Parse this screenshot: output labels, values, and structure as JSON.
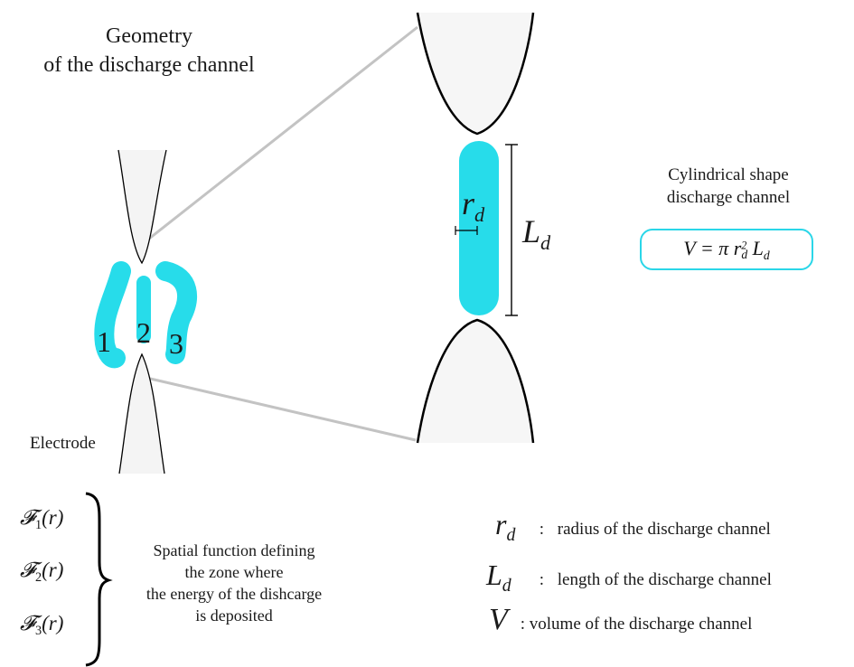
{
  "title": {
    "line1": "Geometry",
    "line2": "of the discharge channel"
  },
  "channel_labels": [
    "1",
    "2",
    "3"
  ],
  "electrode_label": "Electrode",
  "zoom": {
    "radius_symbol": "r",
    "radius_sub": "d",
    "length_symbol": "L",
    "length_sub": "d"
  },
  "cylinder": {
    "caption_line1": "Cylindrical shape",
    "caption_line2": "discharge channel",
    "eq_lhs": "V = π",
    "eq_r": "r",
    "eq_r_sub": "d",
    "eq_r_sup": "2",
    "eq_L": "L",
    "eq_L_sub": "d"
  },
  "functions": [
    {
      "symbol": "𝓕",
      "sub": "1",
      "arg": "(r)"
    },
    {
      "symbol": "𝓕",
      "sub": "2",
      "arg": "(r)"
    },
    {
      "symbol": "𝓕",
      "sub": "3",
      "arg": "(r)"
    }
  ],
  "functions_caption": {
    "line1": "Spatial function defining",
    "line2": "the zone where",
    "line3": "the energy of the dishcarge",
    "line4": "is deposited"
  },
  "legend": [
    {
      "symbol": "r",
      "sub": "d",
      "sep": ":",
      "text": "radius of the discharge channel"
    },
    {
      "symbol": "L",
      "sub": "d",
      "sep": ":",
      "text": "length of the discharge channel"
    },
    {
      "symbol": "V",
      "sub": "",
      "sep": ":",
      "text": "volume of the discharge channel"
    }
  ],
  "colors": {
    "channel": "#27dcea",
    "electrode_fill": "#f4f4f4",
    "zoom_line": "#c3c3c3",
    "outline": "#000000"
  }
}
